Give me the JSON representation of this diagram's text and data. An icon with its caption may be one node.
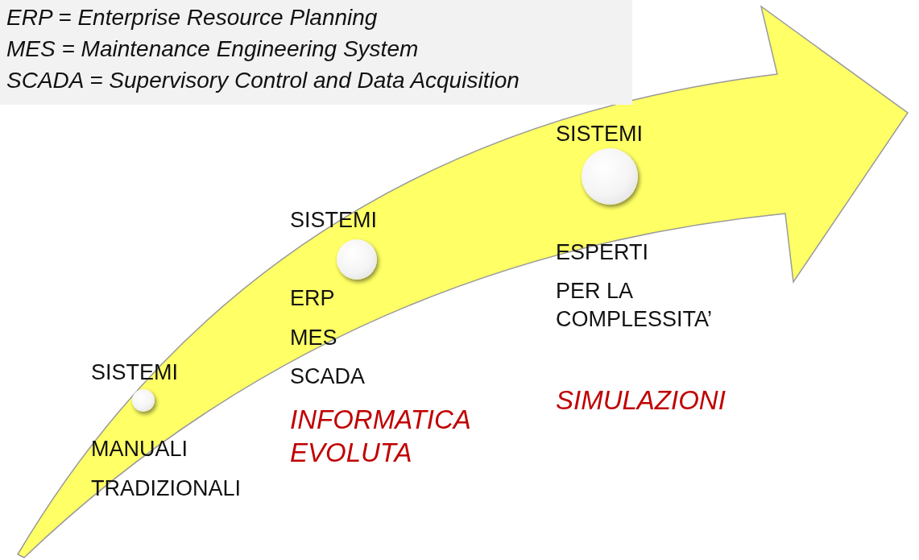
{
  "diagram": {
    "nodes": [
      {
        "text": [],
        "shape": "circle",
        "beside": [
          "SISTEMI",
          "MANUALI",
          "TRADIZIONALI"
        ]
      },
      {
        "text": [],
        "shape": "circle",
        "beside": [
          "SISTEMI",
          "ERP",
          "MES",
          "SCADA",
          "INFORMATICA EVOLUTA"
        ]
      },
      {
        "text": [],
        "shape": "circle",
        "beside": [
          "SISTEMI",
          "ESPERTI",
          "PER LA COMPLESSITA’",
          "SIMULAZIONI"
        ]
      }
    ],
    "edges": [],
    "labels": [
      "ERP = Enterprise Resource Planning",
      "MES = Maintenance Engineering System",
      "SCADA = Supervisory Control and Data Acquisition"
    ]
  }
}
